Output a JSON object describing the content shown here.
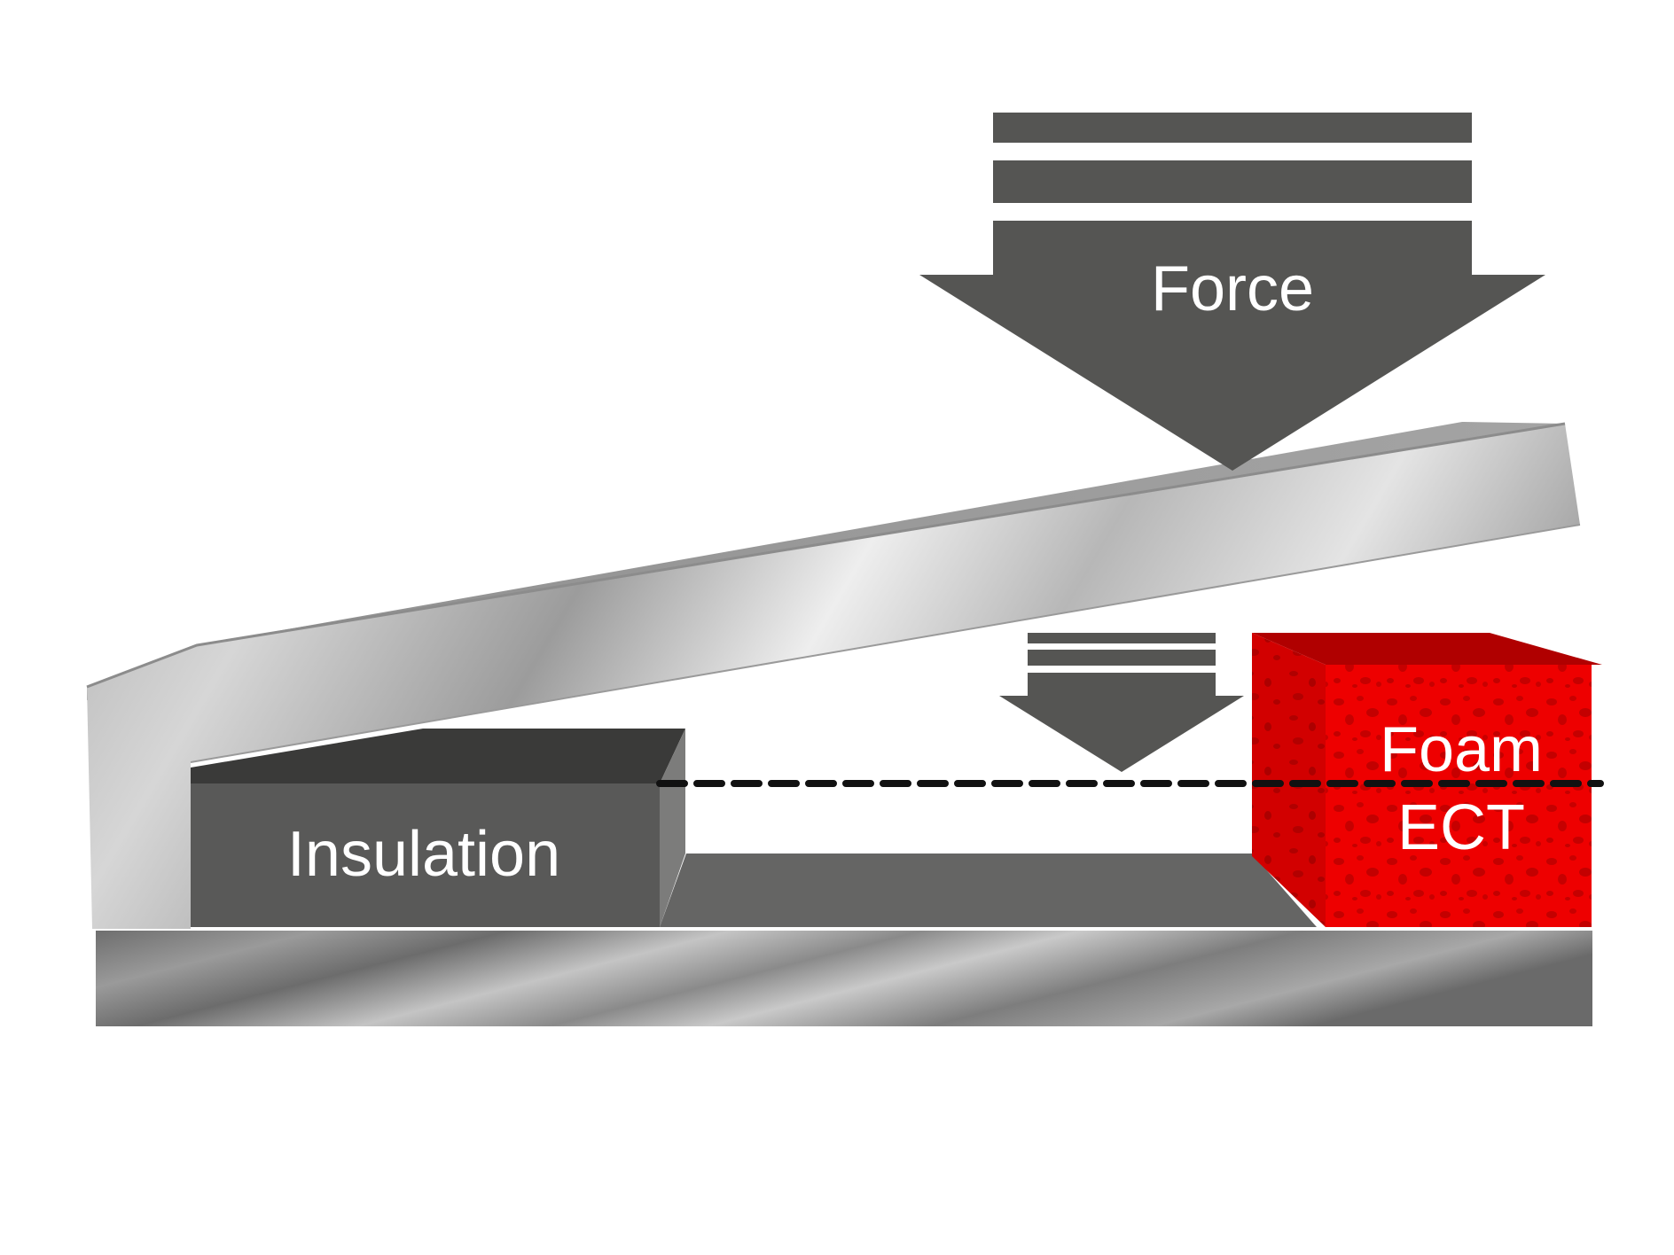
{
  "labels": {
    "force": "Force",
    "insulation": "Insulation",
    "foam_line1": "Foam",
    "foam_line2": "ECT"
  },
  "colors": {
    "background": "#ffffff",
    "arrow": "#555553",
    "insulation_front": "#595958",
    "insulation_top": "#3a3a39",
    "insulation_side": "#7c7c7b",
    "gap_fill": "#656564",
    "foam_red": "#ee0000",
    "foam_top": "#b00000",
    "foam_side": "#d20000",
    "dashed_line": "#111111"
  }
}
